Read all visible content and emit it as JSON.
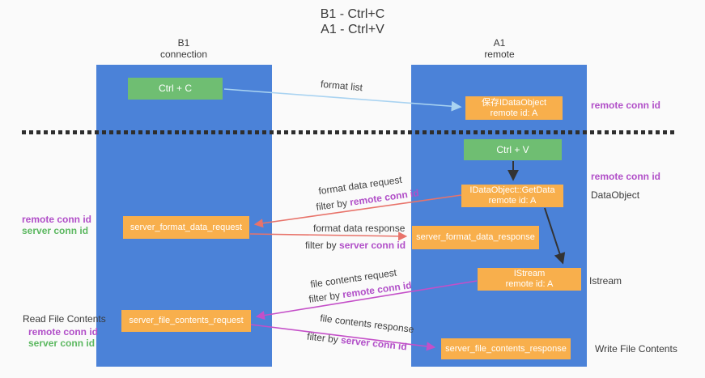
{
  "title": {
    "line1": "B1 - Ctrl+C",
    "line2": "A1 - Ctrl+V"
  },
  "columns": {
    "left": {
      "header_line1": "B1",
      "header_line2": "connection"
    },
    "right": {
      "header_line1": "A1",
      "header_line2": "remote"
    }
  },
  "boxes": {
    "ctrl_c": "Ctrl + C",
    "ctrl_v": "Ctrl + V",
    "save_dataobject": {
      "line1": "保存IDataObject",
      "line2": "remote id: A"
    },
    "getdata": {
      "line1": "IDataObject::GetData",
      "line2": "remote id: A"
    },
    "istream": {
      "line1": "IStream",
      "line2": "remote id: A"
    },
    "format_request": "server_format_data_request",
    "format_response": "server_format_data_response",
    "file_request": "server_file_contents_request",
    "file_response": "server_file_contents_response"
  },
  "arrow_labels": {
    "format_list": "format list",
    "format_data_request": "format data request",
    "format_data_request_filter": {
      "prefix": "filter by ",
      "key": "remote conn id"
    },
    "format_data_response": "format data response",
    "format_data_response_filter": {
      "prefix": "filter by ",
      "key": "server conn id"
    },
    "file_contents_request": "file contents request",
    "file_contents_request_filter": {
      "prefix": "filter by ",
      "key": "remote conn id"
    },
    "file_contents_response": "file contents response",
    "file_contents_response_filter": {
      "prefix": "filter by ",
      "key": "server conn id"
    }
  },
  "side_labels": {
    "right_remote_conn_id_top": "remote conn id",
    "right_remote_conn_id_mid": "remote conn id",
    "dataobject": "DataObject",
    "istream": "Istream",
    "write_file_contents": "Write File Contents",
    "left_remote_conn_id_top": "remote conn id",
    "left_server_conn_id_top": "server conn id",
    "read_file_contents": "Read File Contents",
    "left_remote_conn_id_bottom": "remote conn id",
    "left_server_conn_id_bottom": "server conn id"
  },
  "colors": {
    "column_blue": "#4b82d8",
    "box_orange": "#f8af4c",
    "box_green": "#6fbe72",
    "conn_id_purple": "#b14fc8",
    "conn_id_green": "#5cb860",
    "arrow_salmon": "#e8736a",
    "arrow_magenta": "#c44fc8",
    "arrow_lightblue": "#a9d3f1",
    "arrow_black": "#333333",
    "background": "#fafafa"
  }
}
